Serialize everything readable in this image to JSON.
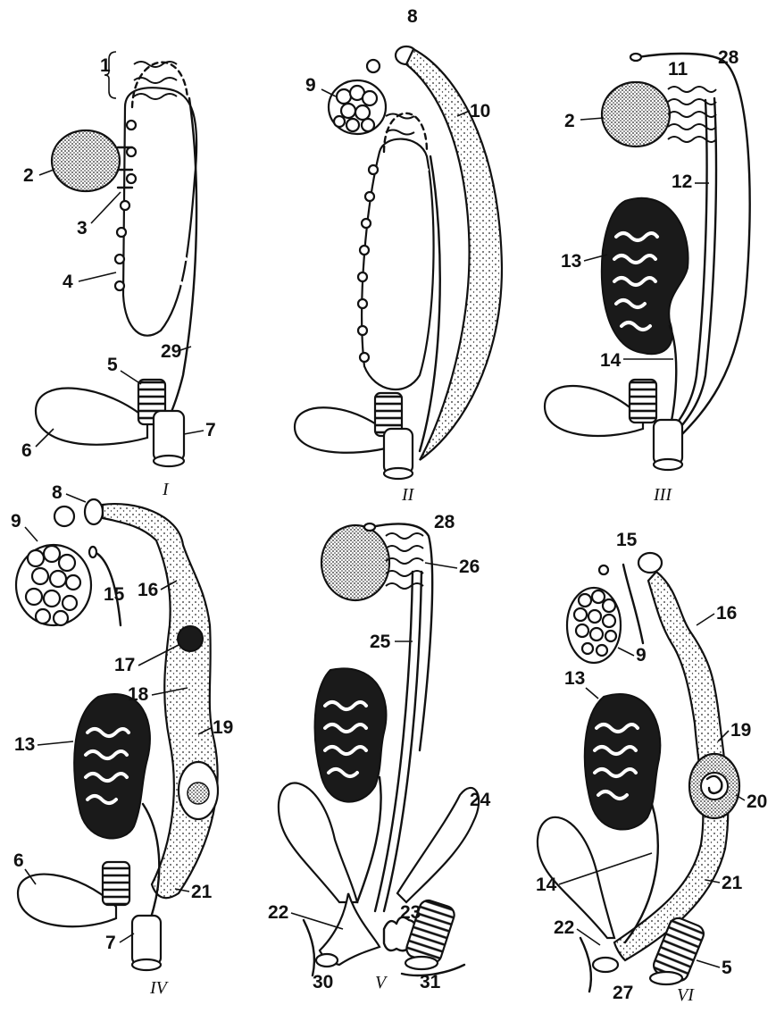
{
  "panels": [
    {
      "id": "I",
      "label": "I"
    },
    {
      "id": "II",
      "label": "II"
    },
    {
      "id": "III",
      "label": "III"
    },
    {
      "id": "IV",
      "label": "IV"
    },
    {
      "id": "V",
      "label": "V"
    },
    {
      "id": "VI",
      "label": "VI"
    }
  ],
  "labels": {
    "I": [
      "1",
      "2",
      "3",
      "4",
      "5",
      "6",
      "7",
      "29"
    ],
    "II": [
      "8",
      "9",
      "10"
    ],
    "III": [
      "28",
      "11",
      "2",
      "12",
      "13",
      "14"
    ],
    "IV": [
      "8",
      "9",
      "15",
      "16",
      "17",
      "18",
      "19",
      "13",
      "6",
      "21",
      "7"
    ],
    "V": [
      "28",
      "26",
      "25",
      "24",
      "23",
      "22",
      "30",
      "31"
    ],
    "VI": [
      "15",
      "16",
      "9",
      "13",
      "19",
      "20",
      "14",
      "21",
      "22",
      "5",
      "27"
    ]
  }
}
